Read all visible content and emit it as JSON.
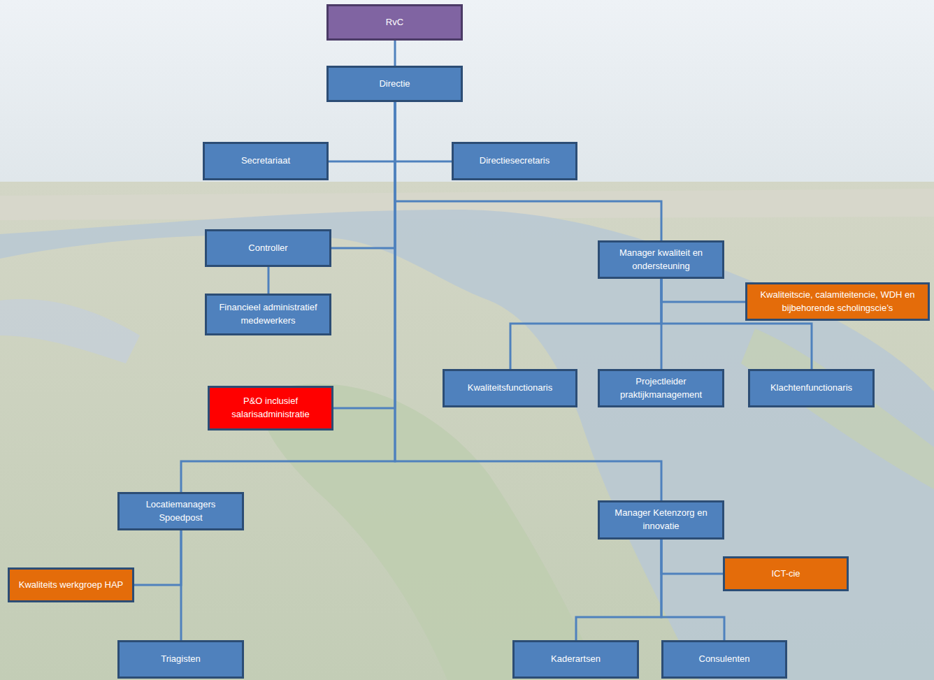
{
  "diagram": {
    "nodes": [
      {
        "text": [
          "RvC"
        ]
      },
      {
        "text": [
          "Directie"
        ]
      },
      {
        "text": [
          "Secretariaat"
        ]
      },
      {
        "text": [
          "Directiesecretaris"
        ]
      },
      {
        "text": [
          "Controller"
        ]
      },
      {
        "text": [
          "Manager kwaliteit en ondersteuning"
        ]
      },
      {
        "text": [
          "Kwaliteitscie, calamiteitencie, WDH en bijbehorende scholingscie’s"
        ]
      },
      {
        "text": [
          "Financieel administratief medewerkers"
        ]
      },
      {
        "text": [
          "Kwaliteitsfunctionaris"
        ]
      },
      {
        "text": [
          "Projectleider praktijkmanagement"
        ]
      },
      {
        "text": [
          "Klachtenfunctionaris"
        ]
      },
      {
        "text": [
          "P&O inclusief salarisadministratie"
        ]
      },
      {
        "text": [
          "Locatiemanagers Spoedpost"
        ]
      },
      {
        "text": [
          "Manager Ketenzorg en innovatie"
        ]
      },
      {
        "text": [
          "Kwaliteits werkgroep HAP"
        ]
      },
      {
        "text": [
          "ICT-cie"
        ]
      },
      {
        "text": [
          "Triagisten"
        ]
      },
      {
        "text": [
          "Kaderartsen"
        ]
      },
      {
        "text": [
          "Consulenten"
        ]
      }
    ],
    "edges": [
      {
        "from": 0,
        "to": 1,
        "arrow": "none"
      },
      {
        "from": 1,
        "to": 2,
        "arrow": "none"
      },
      {
        "from": 1,
        "to": 3,
        "arrow": "none"
      },
      {
        "from": 1,
        "to": 4,
        "arrow": "none"
      },
      {
        "from": 1,
        "to": 5,
        "arrow": "none"
      },
      {
        "from": 1,
        "to": 11,
        "arrow": "none"
      },
      {
        "from": 1,
        "to": 12,
        "arrow": "none"
      },
      {
        "from": 1,
        "to": 13,
        "arrow": "none"
      },
      {
        "from": 4,
        "to": 7,
        "arrow": "none"
      },
      {
        "from": 5,
        "to": 6,
        "arrow": "none"
      },
      {
        "from": 5,
        "to": 8,
        "arrow": "none"
      },
      {
        "from": 5,
        "to": 9,
        "arrow": "none"
      },
      {
        "from": 5,
        "to": 10,
        "arrow": "none"
      },
      {
        "from": 12,
        "to": 14,
        "arrow": "none"
      },
      {
        "from": 12,
        "to": 16,
        "arrow": "none"
      },
      {
        "from": 13,
        "to": 15,
        "arrow": "none"
      },
      {
        "from": 13,
        "to": 17,
        "arrow": "none"
      },
      {
        "from": 13,
        "to": 18,
        "arrow": "none"
      }
    ]
  }
}
